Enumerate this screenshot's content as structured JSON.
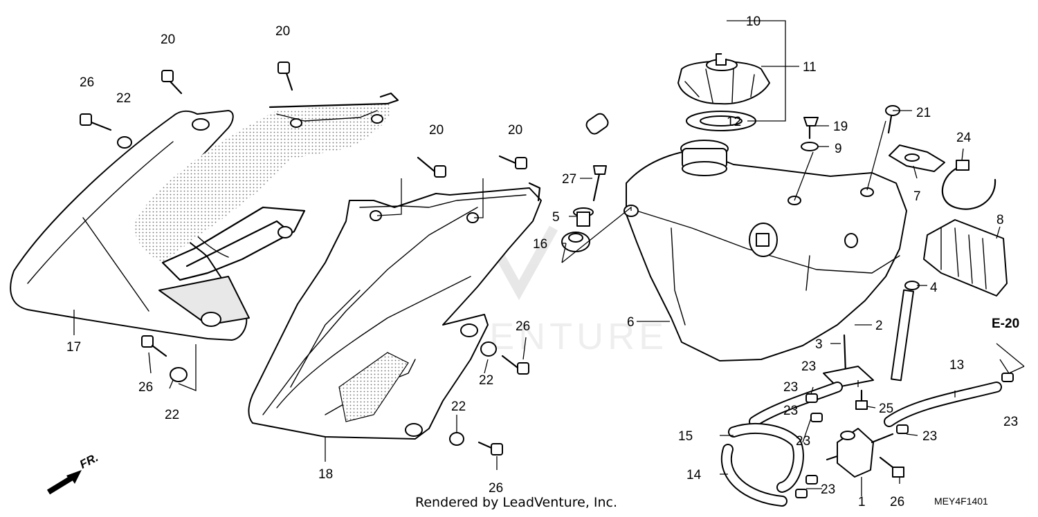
{
  "footer": {
    "credit": "Rendered by LeadVenture, Inc.",
    "diagram_code": "MEY4F1401"
  },
  "reference": {
    "section": "E-20",
    "front_direction": "FR."
  },
  "watermark": {
    "text": "LEADVENTURE"
  },
  "callouts": [
    "1",
    "2",
    "3",
    "4",
    "5",
    "6",
    "7",
    "8",
    "9",
    "10",
    "11",
    "12",
    "13",
    "14",
    "15",
    "16",
    "17",
    "18",
    "19",
    "20",
    "21",
    "22",
    "23",
    "24",
    "25",
    "26",
    "27"
  ],
  "colors": {
    "line": "#000000",
    "background": "#ffffff",
    "stipple": "#8a8a8a",
    "watermark": "#d6d6d6"
  }
}
